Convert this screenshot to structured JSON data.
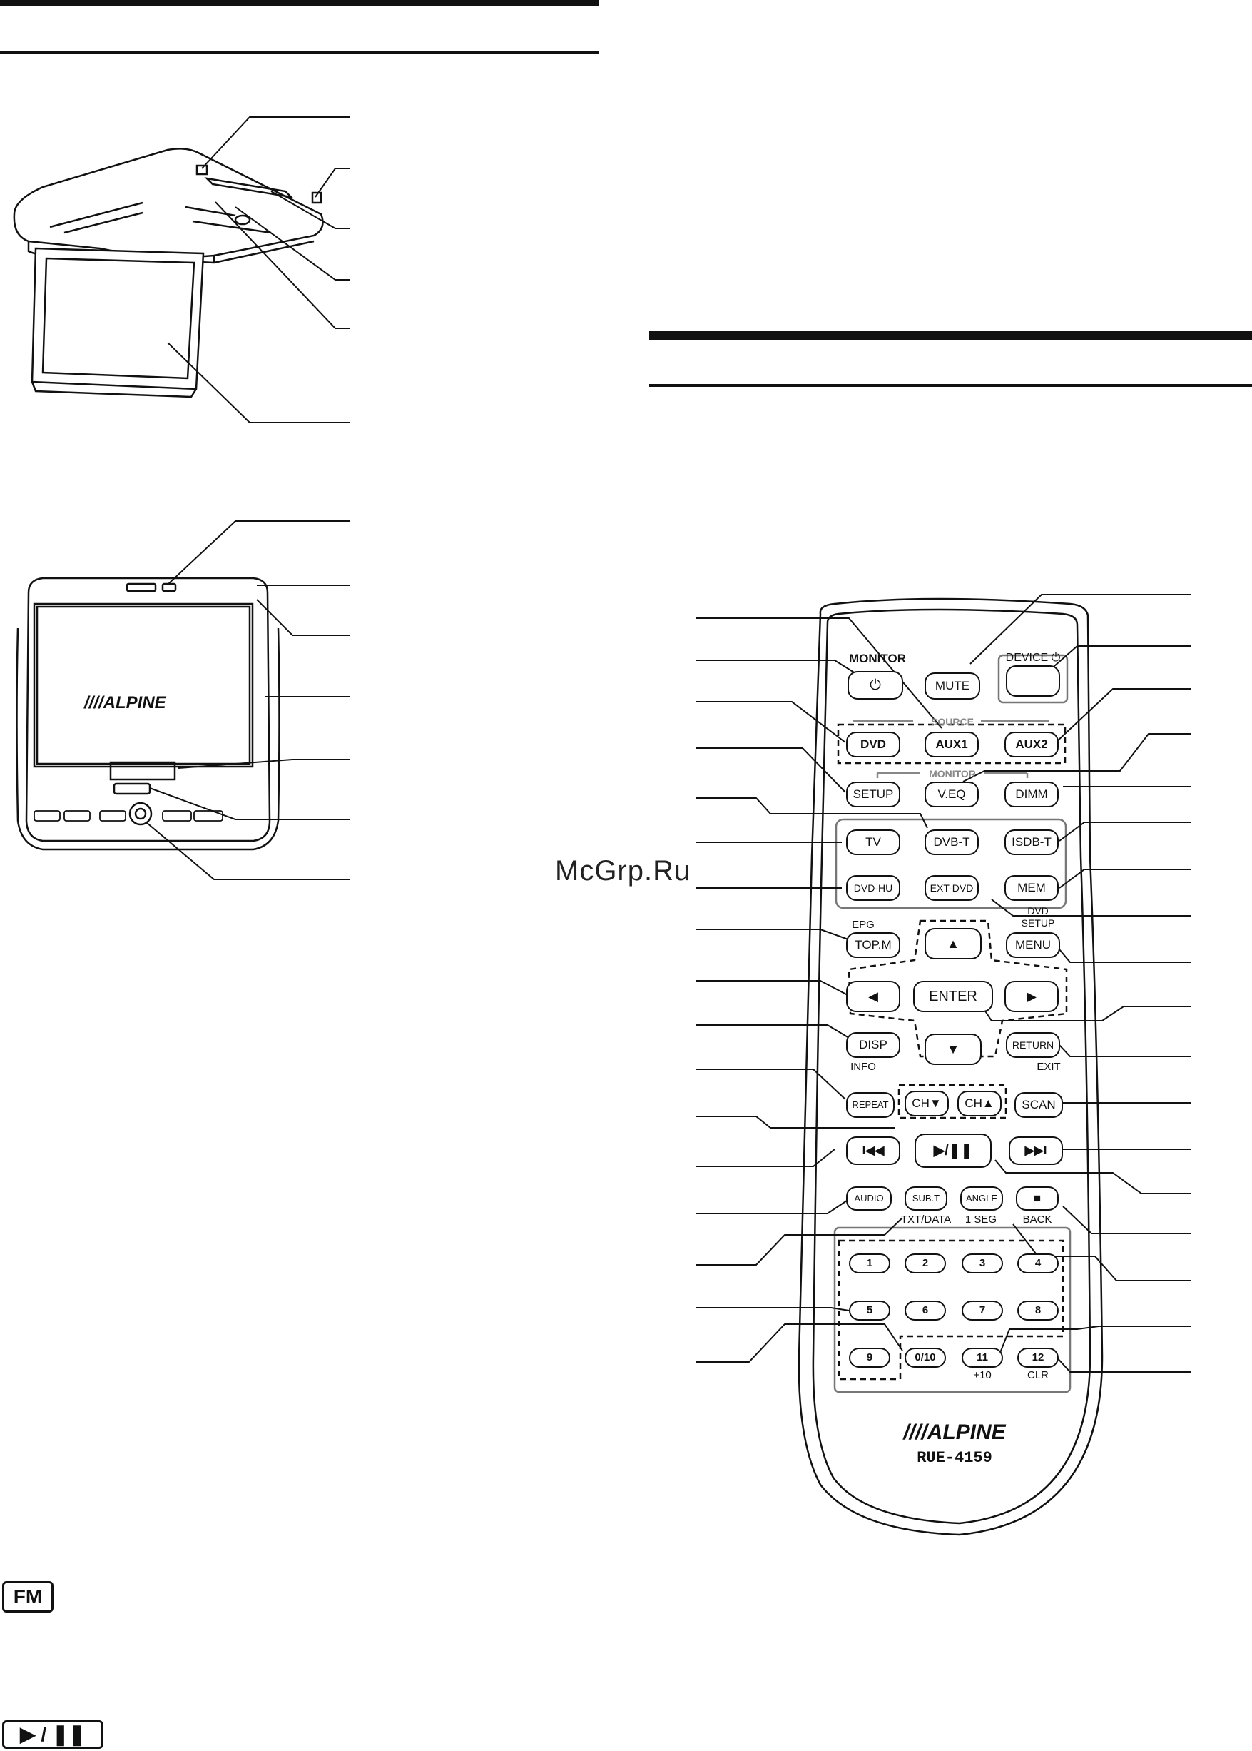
{
  "watermark": "McGrp.Ru",
  "badges": {
    "fm": "FM",
    "play_pause": "▶ / ❚❚"
  },
  "monitor_brand": "////ALPINE",
  "remote": {
    "monitor_label": "MONITOR",
    "device_label": "DEVICE ⏻",
    "source_label": "SOURCE",
    "monitor_group_label": "MONITOR",
    "buttons": {
      "mute": "MUTE",
      "dvd": "DVD",
      "aux1": "AUX1",
      "aux2": "AUX2",
      "setup": "SETUP",
      "veq": "V.EQ",
      "dimm": "DIMM",
      "tv": "TV",
      "dvbt": "DVB-T",
      "isdbt": "ISDB-T",
      "dvdhu": "DVD-HU",
      "extdvd": "EXT-DVD",
      "mem": "MEM",
      "topm": "TOP.M",
      "menu": "MENU",
      "up": "▲",
      "left": "◀",
      "enter": "ENTER",
      "right": "▶",
      "down": "▼",
      "disp": "DISP",
      "return": "RETURN",
      "repeat": "REPEAT",
      "chdown": "CH▼",
      "chup": "CH▲",
      "scan": "SCAN",
      "prev": "I◀◀",
      "playpause": "▶/❚❚",
      "next": "▶▶I",
      "audio": "AUDIO",
      "subt": "SUB.T",
      "angle": "ANGLE",
      "stop": "■",
      "n1": "1",
      "n2": "2",
      "n3": "3",
      "n4": "4",
      "n5": "5",
      "n6": "6",
      "n7": "7",
      "n8": "8",
      "n9": "9",
      "n010": "0/10",
      "n11": "11",
      "n12": "12"
    },
    "sub_labels": {
      "epg": "EPG",
      "dvd_setup_1": "DVD",
      "dvd_setup_2": "SETUP",
      "info": "INFO",
      "exit": "EXIT",
      "txtdata": "TXT/DATA",
      "oneseg": "1 SEG",
      "back": "BACK",
      "plus10": "+10",
      "clr": "CLR"
    },
    "brand": "////ALPINE",
    "model": "RUE-4159"
  }
}
